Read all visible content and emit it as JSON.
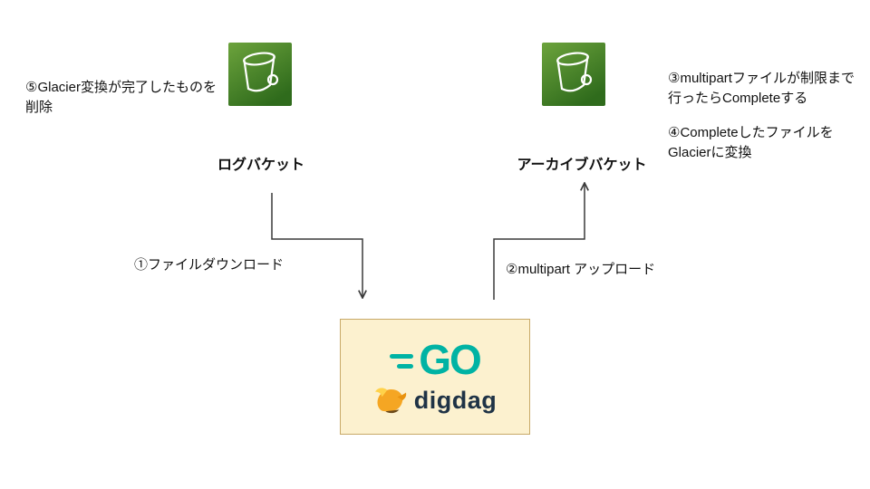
{
  "diagram": {
    "notes": {
      "note5": "⑤Glacier変換が完了したものを\n削除",
      "note3": "③multipartファイルが制限まで\n行ったらCompleteする",
      "note4": "④Completeしたファイルを\nGlacierに変換"
    },
    "buckets": {
      "log_bucket_label": "ログバケット",
      "archive_bucket_label": "アーカイブバケット"
    },
    "arrows": {
      "download_label": "①ファイルダウンロード",
      "upload_label": "②multipart アップロード"
    },
    "worker_box": {
      "go_logo_text": "GO",
      "digdag_logo_text": "digdag"
    }
  },
  "colors": {
    "bucket_green_light": "#6ca33c",
    "bucket_green_dark": "#2f6b1c",
    "go_teal": "#00b3a4",
    "digdag_navy": "#1f3346",
    "digdag_yellow": "#f5a623",
    "box_background": "#fcf1cf",
    "box_border": "#c8a968",
    "arrow_gray": "#3a3a3a"
  }
}
